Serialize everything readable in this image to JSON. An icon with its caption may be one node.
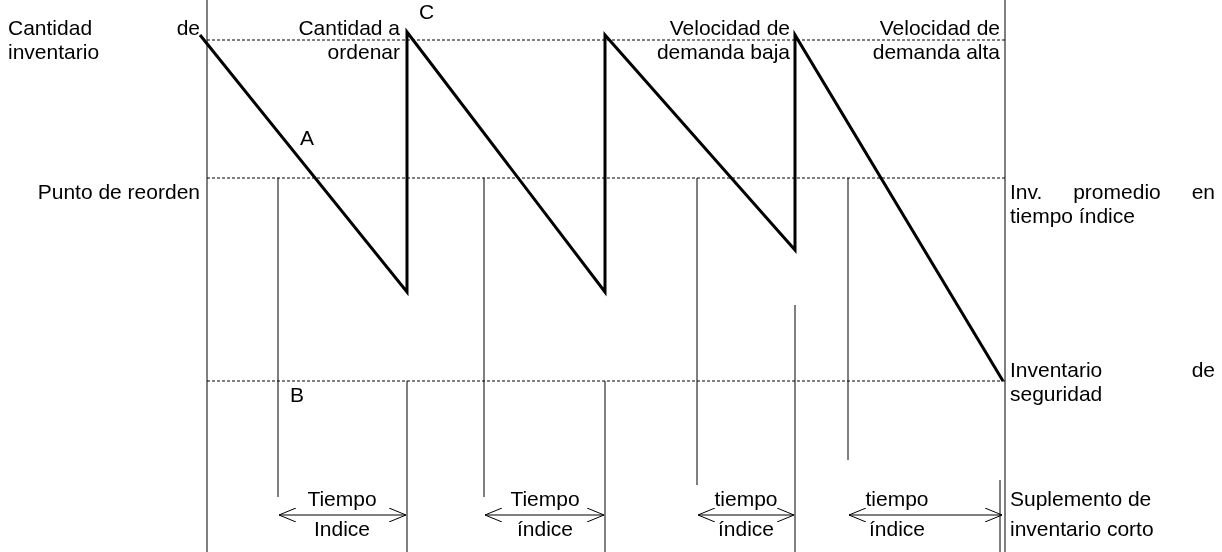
{
  "diagram": {
    "labels": [
      "C",
      "Cantidad de inventario",
      "Cantidad a ordenar",
      "Velocidad de demanda baja",
      "Velocidad de demanda alta",
      "A",
      "Punto de reorden",
      "Inv. promedio en tiempo índice",
      "Inventario de seguridad",
      "B",
      "Tiempo Indice",
      "Tiempo índice",
      "tiempo índice",
      "tiempo índice",
      "Suplemento de inventario corto"
    ]
  }
}
